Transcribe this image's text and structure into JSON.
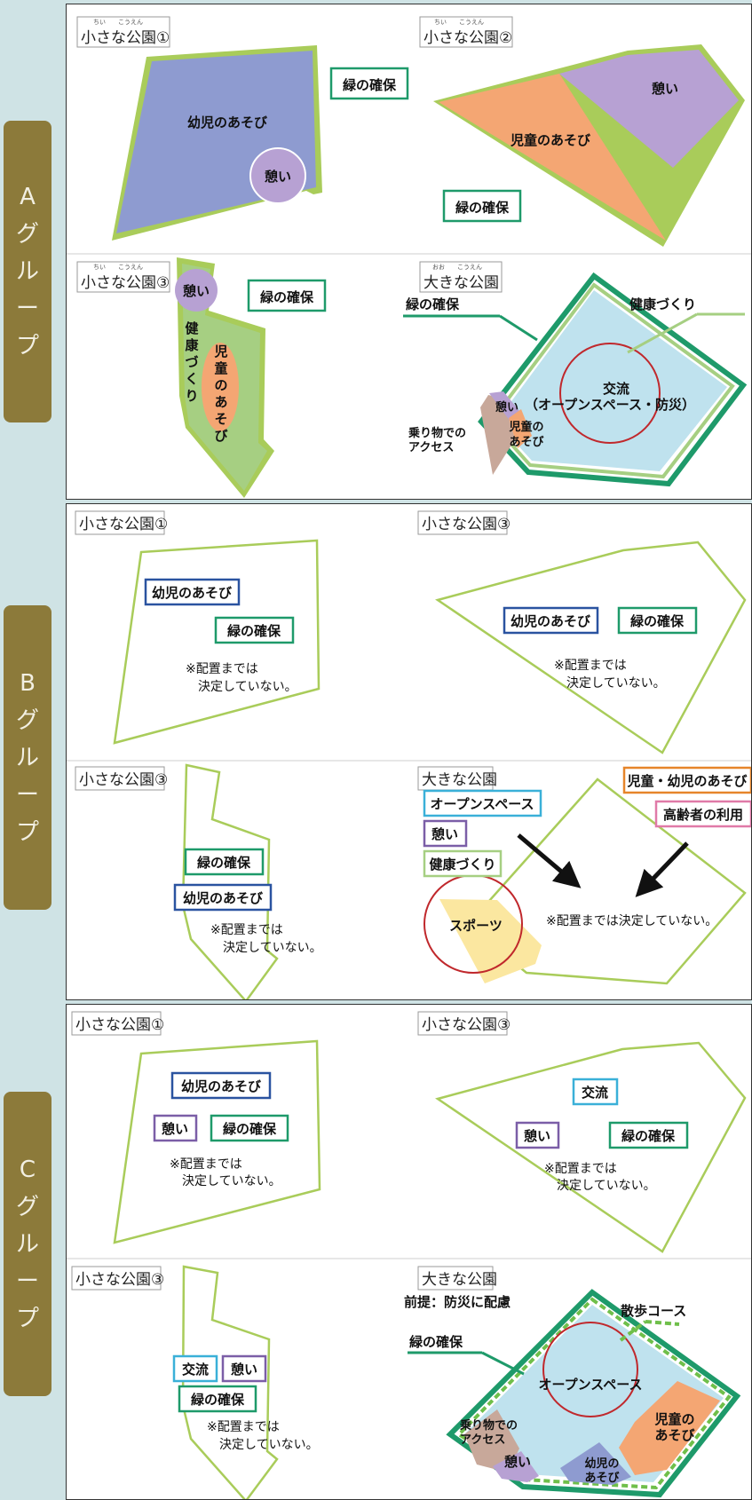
{
  "groups": {
    "a": {
      "chars": [
        "A",
        "グ",
        "ル",
        "ー",
        "プ"
      ]
    },
    "b": {
      "chars": [
        "B",
        "グ",
        "ル",
        "ー",
        "プ"
      ]
    },
    "c": {
      "chars": [
        "C",
        "グ",
        "ル",
        "ー",
        "プ"
      ]
    }
  },
  "colors": {
    "badge": "#8c7a3a",
    "background": "#cfe3e5",
    "outline": "#a9cc5a",
    "green_box": "#1e9a6a",
    "blue_box": "#2a53a0",
    "purple_box": "#7b5ea7",
    "cyan_box": "#3ab0d8",
    "pink_box": "#e07aa8",
    "orange_box": "#e6852a",
    "infant": "#8e9bd0",
    "rest": "#b7a1d3",
    "child": "#f4a673",
    "health": "#a6cf82",
    "exchange": "#bfe2ee",
    "vehicle": "#c8a89a",
    "sport": "#fbe7a0",
    "red_circle": "#c0282c"
  },
  "a": {
    "s1": {
      "title": "小さな公園①",
      "ruby": "ちい　　こうえん",
      "infant": "幼児のあそび",
      "rest": "憩い",
      "green": "緑の確保"
    },
    "s2": {
      "title": "小さな公園②",
      "ruby": "ちい　　こうえん",
      "rest": "憩い",
      "child": "児童のあそび",
      "green": "緑の確保"
    },
    "s3": {
      "title": "小さな公園③",
      "ruby": "ちい　　こうえん",
      "rest": "憩い",
      "green": "緑の確保",
      "health": [
        "健",
        "康",
        "づ",
        "く",
        "り"
      ],
      "child": [
        "児",
        "童",
        "の",
        "あ",
        "そ",
        "び"
      ]
    },
    "l": {
      "title": "大きな公園",
      "ruby": "おお　　こうえん",
      "green": "緑の確保",
      "health": "健康づくり",
      "exchange_1": "交流",
      "exchange_2": "（オープンスペース・防災）",
      "rest": "憩い",
      "child_1": "児童の",
      "child_2": "あそび",
      "vehicle_1": "乗り物での",
      "vehicle_2": "アクセス"
    }
  },
  "b": {
    "s1": {
      "title": "小さな公園①",
      "infant": "幼児のあそび",
      "green": "緑の確保",
      "note_1": "※配置までは",
      "note_2": "決定していない。"
    },
    "s3a": {
      "title": "小さな公園③",
      "infant": "幼児のあそび",
      "green": "緑の確保",
      "note_1": "※配置までは",
      "note_2": "決定していない。"
    },
    "s3b": {
      "title": "小さな公園③",
      "green": "緑の確保",
      "infant": "幼児のあそび",
      "note_1": "※配置までは",
      "note_2": "決定していない。"
    },
    "l": {
      "title": "大きな公園",
      "open": "オープンスペース",
      "rest": "憩い",
      "health": "健康づくり",
      "child_infant": "児童・幼児のあそび",
      "elderly": "高齢者の利用",
      "sport": "スポーツ",
      "note": "※配置までは決定していない。"
    }
  },
  "c": {
    "s1": {
      "title": "小さな公園①",
      "infant": "幼児のあそび",
      "rest": "憩い",
      "green": "緑の確保",
      "note_1": "※配置までは",
      "note_2": "決定していない。"
    },
    "s3a": {
      "title": "小さな公園③",
      "exchange": "交流",
      "rest": "憩い",
      "green": "緑の確保",
      "note_1": "※配置までは",
      "note_2": "決定していない。"
    },
    "s3b": {
      "title": "小さな公園③",
      "exchange": "交流",
      "rest": "憩い",
      "green": "緑の確保",
      "note_1": "※配置までは",
      "note_2": "決定していない。"
    },
    "l": {
      "title": "大きな公園",
      "premise": "前提：防災に配慮",
      "walk": "散歩コース",
      "green": "緑の確保",
      "open": "オープンスペース",
      "child_1": "児童の",
      "child_2": "あそび",
      "vehicle_1": "乗り物での",
      "vehicle_2": "アクセス",
      "rest": "憩い",
      "infant_1": "幼児の",
      "infant_2": "あそび"
    }
  }
}
